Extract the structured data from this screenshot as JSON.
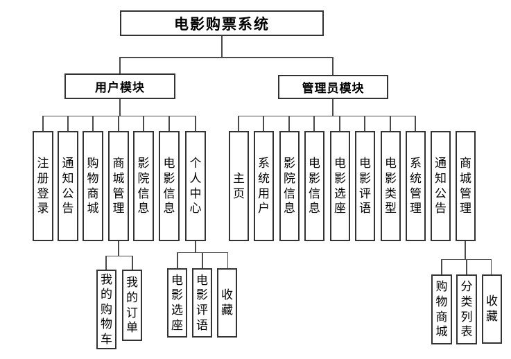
{
  "diagram": {
    "root": "电影购票系统",
    "modules": [
      {
        "label": "用户模块",
        "children": [
          "注册登录",
          "通知公告",
          "购物商城",
          "商城管理",
          "影院信息",
          "电影信息",
          "个人中心"
        ]
      },
      {
        "label": "管理员模块",
        "children": [
          "主页",
          "系统用户",
          "影院信息",
          "电影信息",
          "电影选座",
          "电影评语",
          "电影类型",
          "系统管理",
          "通知公告",
          "商城管理"
        ]
      }
    ],
    "submodules": {
      "mall_management_user": [
        "我的购物车",
        "我的订单"
      ],
      "personal_center": [
        "电影选座",
        "电影评语",
        "收藏"
      ],
      "mall_management_admin": [
        "购物商城",
        "分类列表",
        "收藏"
      ]
    },
    "colors": {
      "background": "#ffffff",
      "box_border": "#333333",
      "connector": "#4a4a4a",
      "text": "#000000"
    }
  }
}
